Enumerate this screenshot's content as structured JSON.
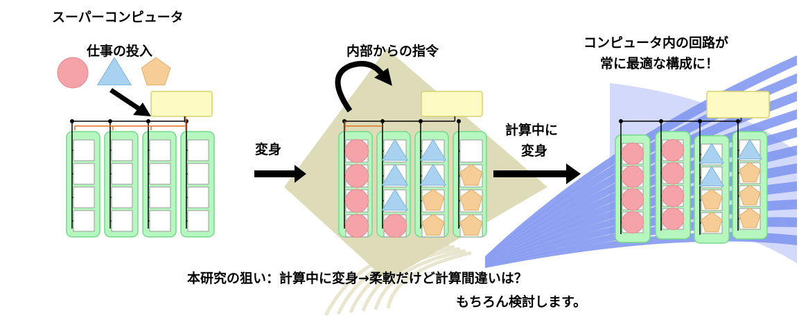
{
  "title": "スーパーコンピュータ",
  "job_input_label": "仕事の投入",
  "internal_command_label": "内部からの指令",
  "transform_label": "変身",
  "transform_during_compute_label": [
    "計算中に",
    "変身"
  ],
  "optimal_circuit_label": [
    "コンピュータ内の回路が",
    "常に最適な構成に！"
  ],
  "goal_text": [
    "本研究の狙い：計算中に変身→柔軟だけど計算間違いは？",
    "もちろん検討します。"
  ],
  "colors": {
    "circle": "#f5a3a9",
    "triangle": "#a9d1f0",
    "pentagon": "#f7cd97",
    "column_fill": "#b6f7c0",
    "column_stroke": "#73d98c",
    "controller_fill": "#fdfac4",
    "controller_stroke": "#d8d16c",
    "diamond": "#dedbb9",
    "rays": "#7d93f0",
    "wire": "#000000",
    "wire_highlight": "#e2711d"
  },
  "shapes": {
    "input_shapes": [
      "circle",
      "triangle",
      "pentagon"
    ],
    "panel1_columns": [
      [
        "empty",
        "empty",
        "empty",
        "empty"
      ],
      [
        "empty",
        "empty",
        "empty",
        "empty"
      ],
      [
        "empty",
        "empty",
        "empty",
        "empty"
      ],
      [
        "empty",
        "empty",
        "empty",
        "empty"
      ]
    ],
    "panel2_columns": [
      [
        "circle",
        "circle",
        "circle",
        "circle"
      ],
      [
        "triangle",
        "triangle",
        "triangle",
        "circle"
      ],
      [
        "triangle",
        "triangle",
        "pentagon",
        "pentagon"
      ],
      [
        "empty",
        "pentagon",
        "pentagon",
        "pentagon"
      ]
    ],
    "panel3_columns": [
      [
        "circle",
        "circle",
        "circle",
        "circle"
      ],
      [
        "circle",
        "circle",
        "circle",
        "circle"
      ],
      [
        "triangle",
        "triangle",
        "pentagon",
        "pentagon"
      ],
      [
        "triangle",
        "pentagon",
        "pentagon",
        "pentagon"
      ]
    ]
  }
}
